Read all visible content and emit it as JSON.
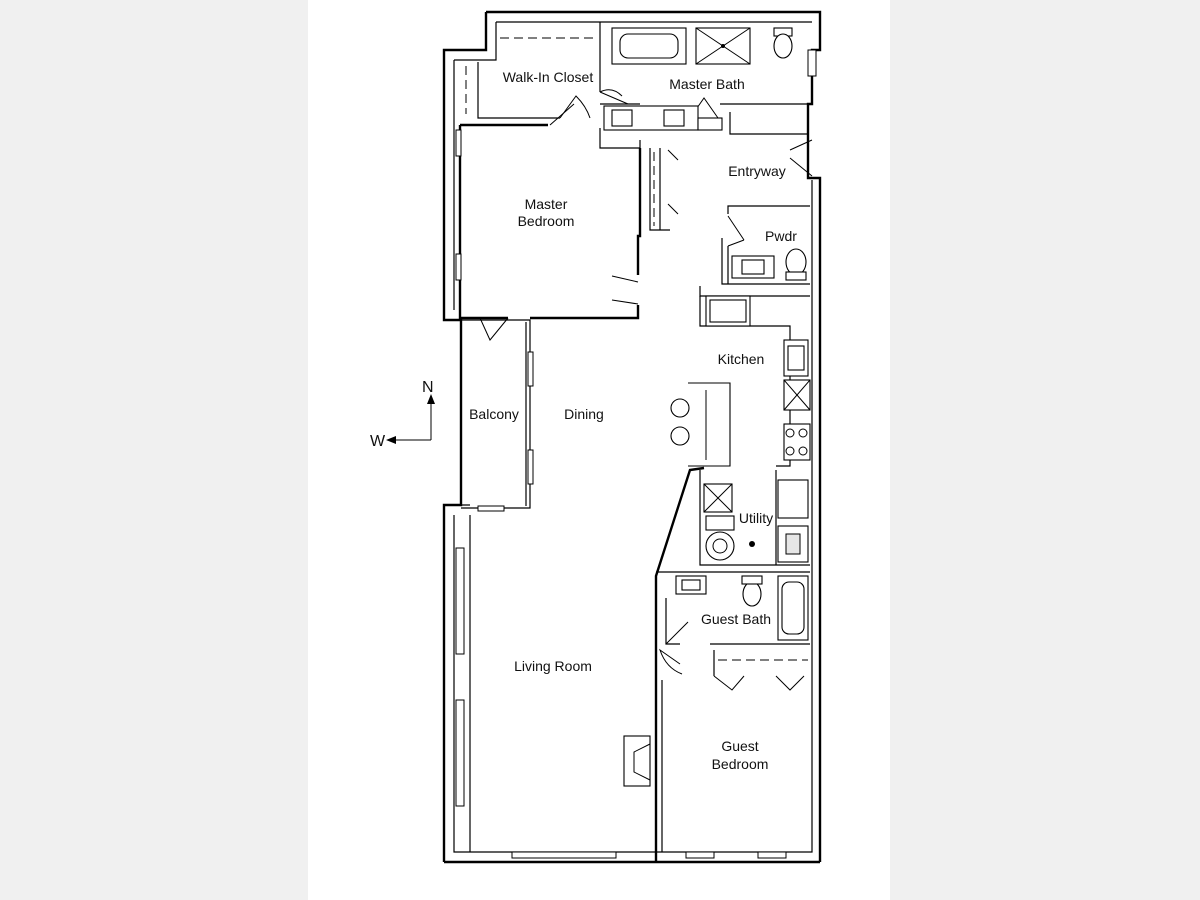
{
  "plan": {
    "rooms": {
      "walk_in_closet": "Walk-In Closet",
      "master_bath": "Master Bath",
      "entryway": "Entryway",
      "master_bedroom_1": "Master",
      "master_bedroom_2": "Bedroom",
      "powder": "Pwdr",
      "kitchen": "Kitchen",
      "balcony": "Balcony",
      "dining": "Dining",
      "utility": "Utility",
      "guest_bath": "Guest Bath",
      "living_room": "Living Room",
      "guest_bedroom_1": "Guest",
      "guest_bedroom_2": "Bedroom"
    },
    "compass": {
      "north": "N",
      "west": "W"
    }
  }
}
